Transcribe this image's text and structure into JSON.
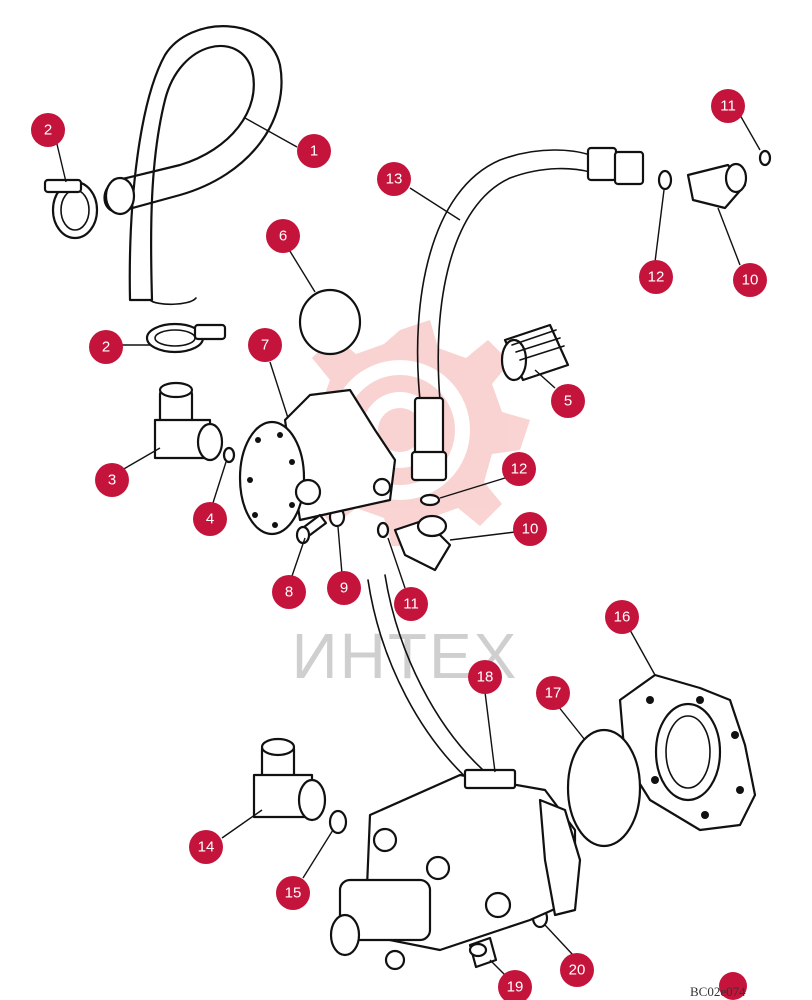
{
  "watermark": {
    "text": "ИНТЕХ",
    "color": "#f08080"
  },
  "drawing_code": "BC02e074",
  "callout_color": "#c4143c",
  "callouts": [
    {
      "label": "1"
    },
    {
      "label": "2"
    },
    {
      "label": "2"
    },
    {
      "label": "3"
    },
    {
      "label": "4"
    },
    {
      "label": "5"
    },
    {
      "label": "6"
    },
    {
      "label": "7"
    },
    {
      "label": "8"
    },
    {
      "label": "9"
    },
    {
      "label": "10"
    },
    {
      "label": "10"
    },
    {
      "label": "11"
    },
    {
      "label": "11"
    },
    {
      "label": "12"
    },
    {
      "label": "12"
    },
    {
      "label": "13"
    },
    {
      "label": "14"
    },
    {
      "label": "15"
    },
    {
      "label": "16"
    },
    {
      "label": "17"
    },
    {
      "label": "18"
    },
    {
      "label": "19"
    },
    {
      "label": "20"
    }
  ]
}
